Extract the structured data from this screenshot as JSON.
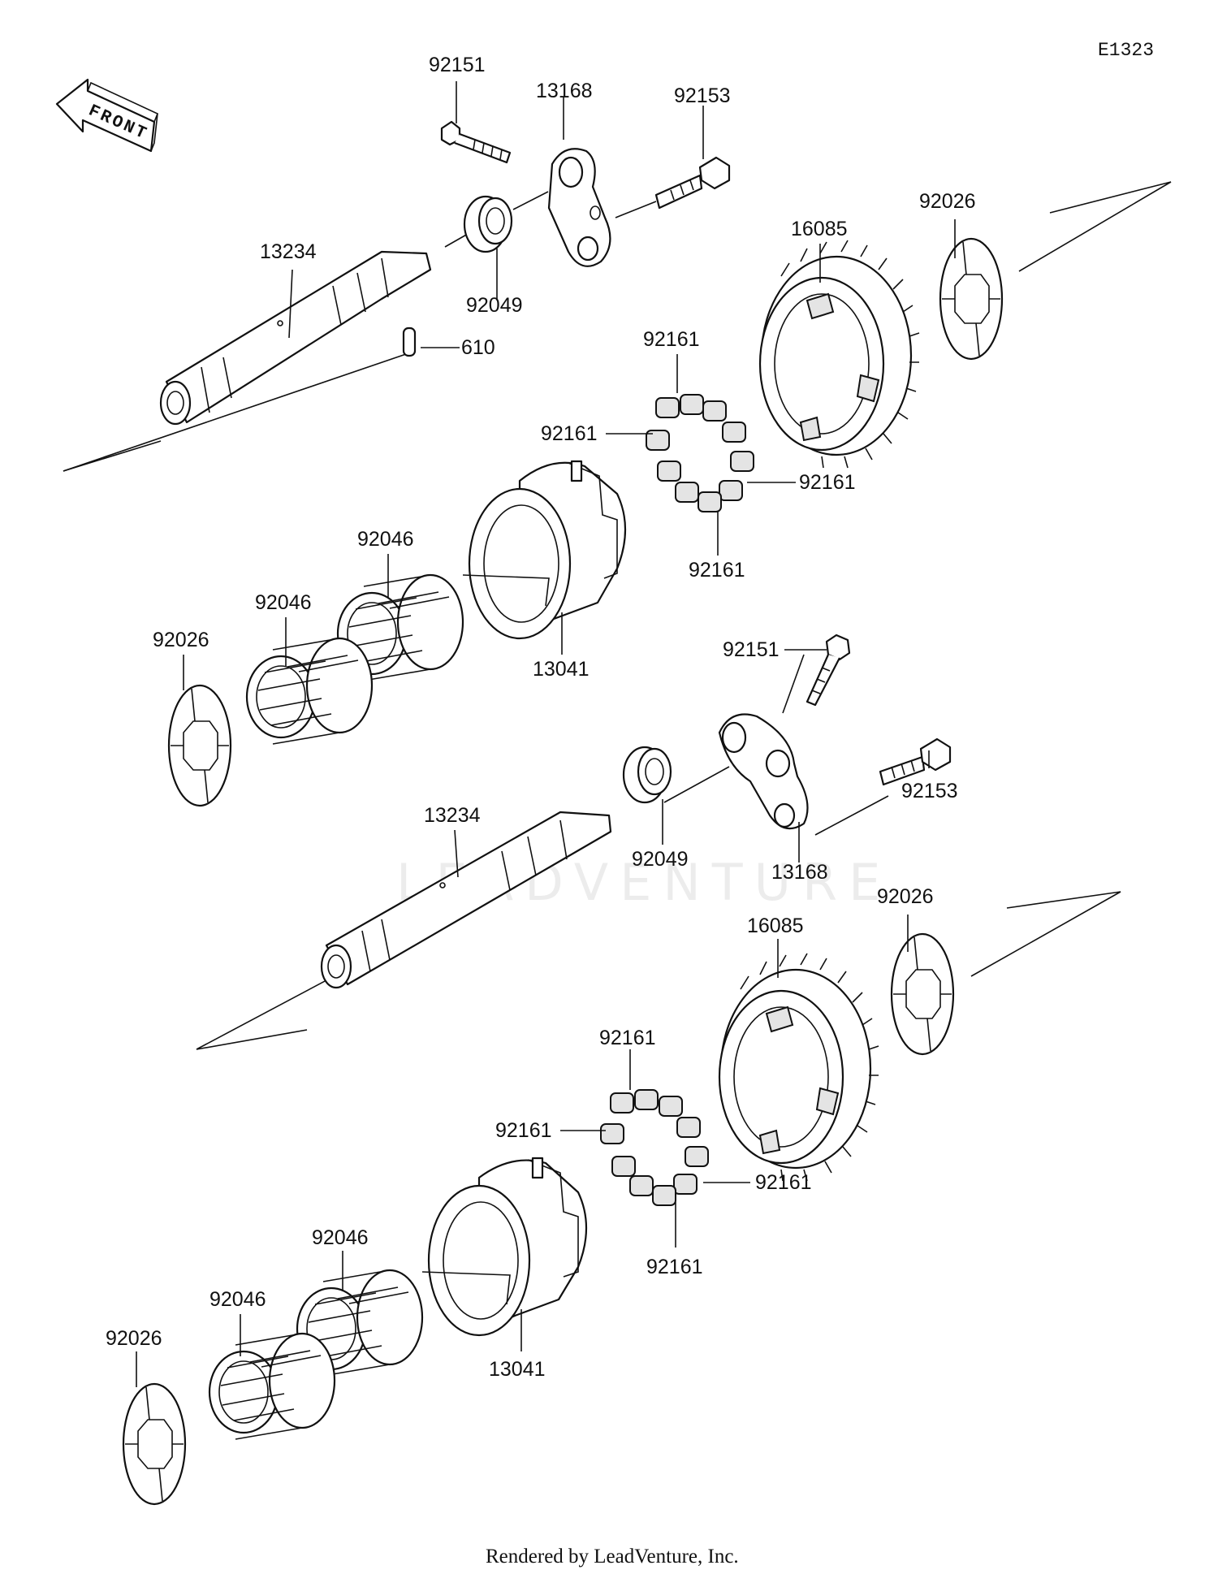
{
  "diagram_code": "E1323",
  "front_label": "FRONT",
  "watermark": "LEADVENTURE",
  "footer": "Rendered by LeadVenture, Inc.",
  "callouts": {
    "top": {
      "bolt_a": "92151",
      "lever": "13168",
      "bolt_b": "92153",
      "shaft": "13234",
      "seal": "92049",
      "pin": "610",
      "gear": "16085",
      "washer_right": "92026",
      "roller_top": "92161",
      "roller_left": "92161",
      "roller_right": "92161",
      "roller_bottom": "92161",
      "bearing_upper": "92046",
      "bearing_lower": "92046",
      "washer_left": "92026",
      "hub": "13041"
    },
    "bottom": {
      "bolt_a": "92151",
      "bolt_b": "92153",
      "shaft": "13234",
      "seal": "92049",
      "lever": "13168",
      "gear": "16085",
      "washer_right": "92026",
      "roller_top": "92161",
      "roller_left": "92161",
      "roller_right": "92161",
      "roller_bottom": "92161",
      "bearing_upper": "92046",
      "bearing_lower": "92046",
      "washer_left": "92026",
      "hub": "13041"
    }
  }
}
